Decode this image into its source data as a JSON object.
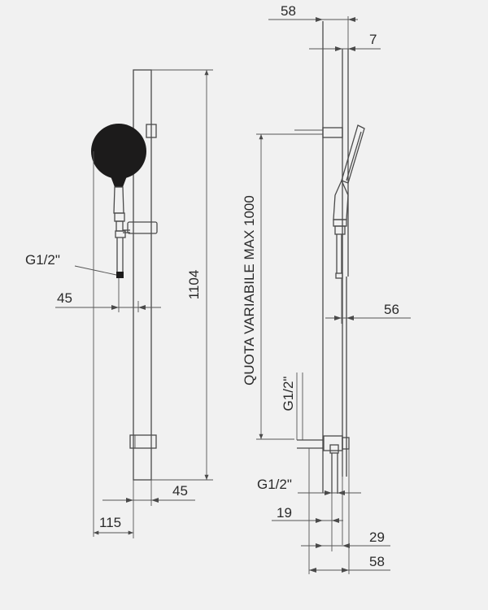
{
  "diagram": {
    "background": "#f1f1f1",
    "line_color": "#4a4a4a",
    "shower_head_color": "#1c1b1b",
    "front_view": {
      "dim_height": "1104",
      "dim_head_offset": "45",
      "dim_wall_offset": "45",
      "dim_width": "115",
      "thread_label": "G1/2\""
    },
    "side_view": {
      "dim_depth": "58",
      "dim_bar": "7",
      "dim_hose": "56",
      "variable_label": "QUOTA VARIABILE MAX 1000",
      "thread_label_top": "G1/2\"",
      "thread_label_bottom": "G1/2\"",
      "dim_19": "19",
      "dim_29": "29",
      "dim_58_bottom": "58"
    }
  }
}
